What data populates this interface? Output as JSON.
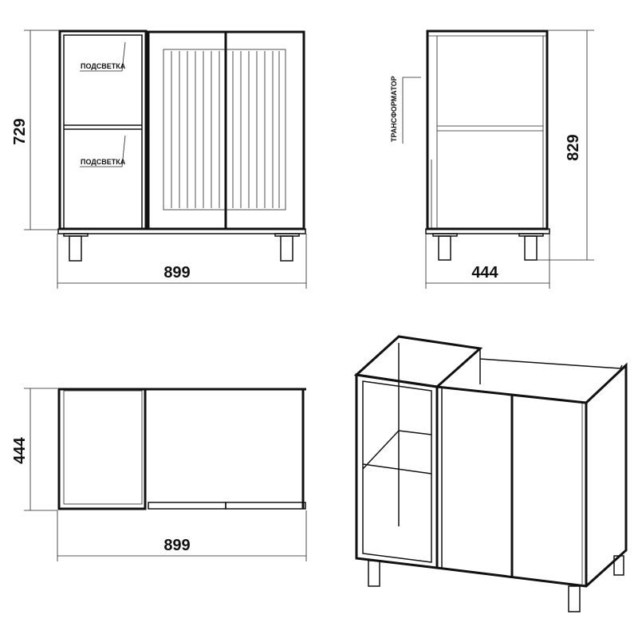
{
  "front_view": {
    "height_dim": "729",
    "width_dim": "899",
    "label_upper": "ПОДСВЕТКА",
    "label_lower": "ПОДСВЕТКА"
  },
  "side_view": {
    "height_dim": "829",
    "depth_dim": "444",
    "label": "ТРАНСФОРМАТОР"
  },
  "top_view": {
    "depth_dim": "444",
    "width_dim": "899"
  }
}
